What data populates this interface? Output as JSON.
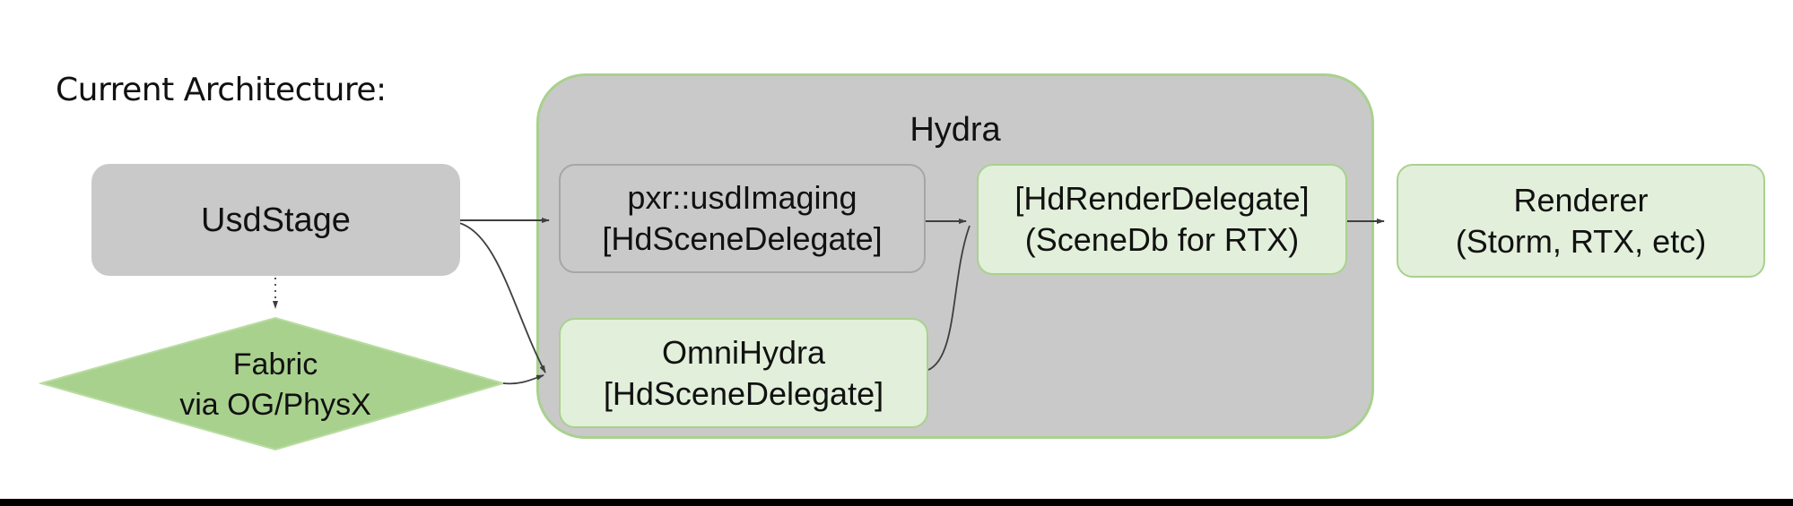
{
  "slide": {
    "title": "Current Architecture:"
  },
  "colors": {
    "background": "#ffffff",
    "gray_fill": "#c9c9c9",
    "gray_border": "#a6a6a6",
    "green_fill_light": "#e2efda",
    "green_border": "#a9d18e",
    "diamond_fill": "#a9d18e",
    "diamond_border": "#b9dca1",
    "arrow": "#3f3f3f",
    "text": "#111111",
    "footer": "#000000"
  },
  "nodes": {
    "usdstage": {
      "label": "UsdStage"
    },
    "hydra_group": {
      "label": "Hydra"
    },
    "pxr_usdimaging": {
      "line1": "pxr::usdImaging",
      "line2": "[HdSceneDelegate]"
    },
    "omnihydra": {
      "line1": "OmniHydra",
      "line2": "[HdSceneDelegate]"
    },
    "hdrenderdelegate": {
      "line1": "[HdRenderDelegate]",
      "line2": "(SceneDb for RTX)"
    },
    "renderer": {
      "line1": "Renderer",
      "line2": "(Storm, RTX, etc)"
    },
    "fabric": {
      "line1": "Fabric",
      "line2": "via OG/PhysX"
    }
  },
  "edges": [
    {
      "from": "UsdStage",
      "to": "pxr::usdImaging [HdSceneDelegate]",
      "style": "solid"
    },
    {
      "from": "UsdStage",
      "to": "OmniHydra [HdSceneDelegate]",
      "style": "solid"
    },
    {
      "from": "UsdStage",
      "to": "Fabric via OG/PhysX",
      "style": "dashed"
    },
    {
      "from": "Fabric via OG/PhysX",
      "to": "OmniHydra [HdSceneDelegate]",
      "style": "solid"
    },
    {
      "from": "pxr::usdImaging [HdSceneDelegate]",
      "to": "[HdRenderDelegate] (SceneDb for RTX)",
      "style": "solid"
    },
    {
      "from": "OmniHydra [HdSceneDelegate]",
      "to": "[HdRenderDelegate] (SceneDb for RTX)",
      "style": "solid"
    },
    {
      "from": "[HdRenderDelegate] (SceneDb for RTX)",
      "to": "Renderer (Storm, RTX, etc)",
      "style": "solid"
    }
  ]
}
